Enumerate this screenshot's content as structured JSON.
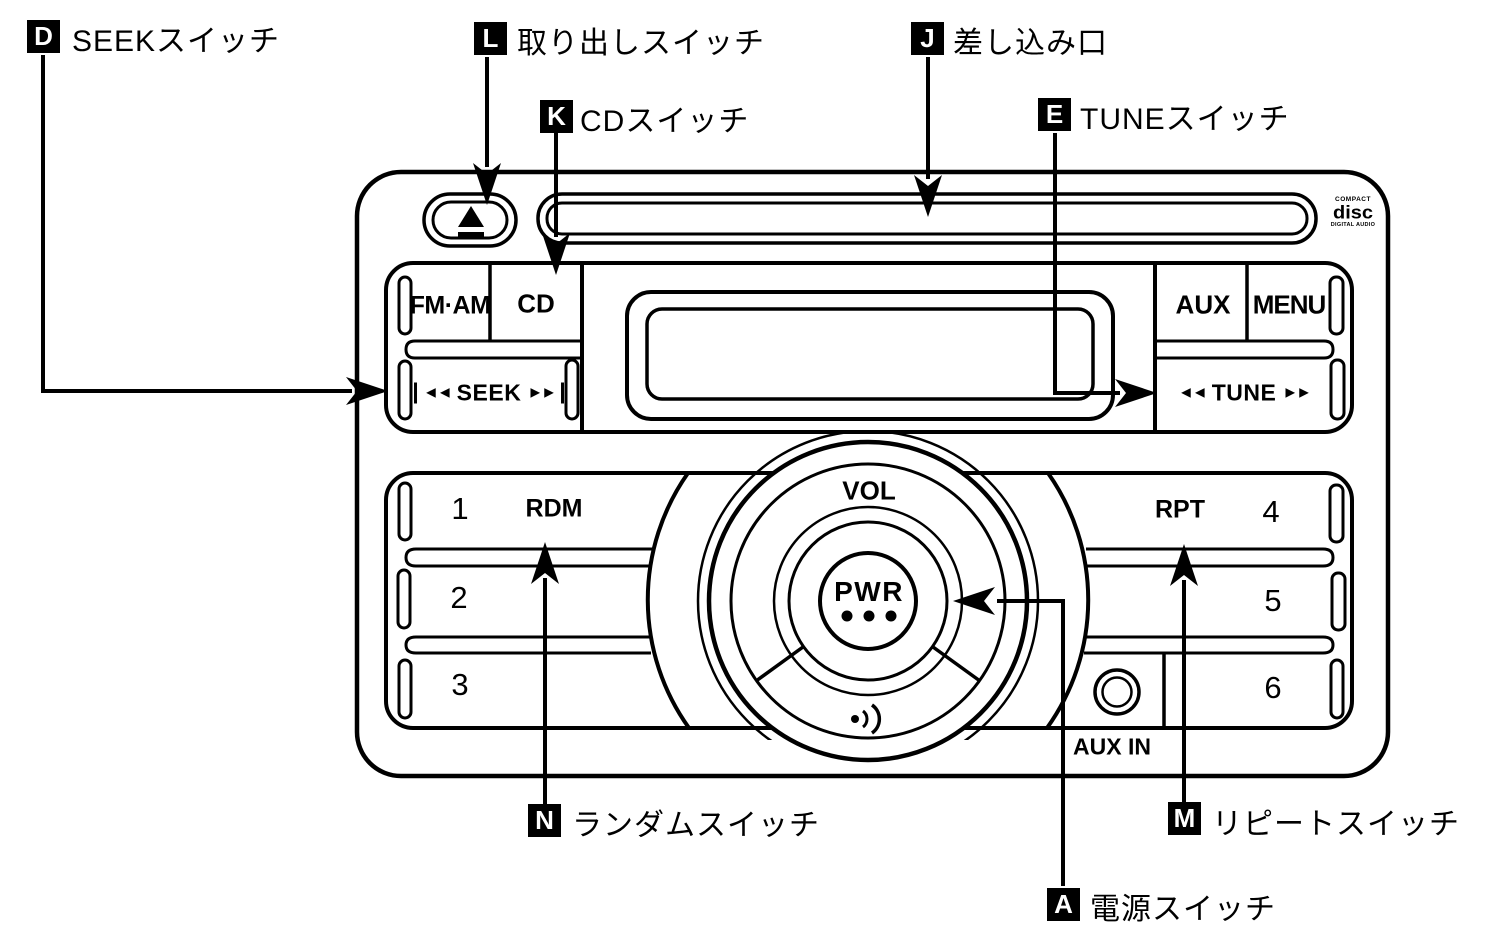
{
  "unit": {
    "disc_logo": {
      "top": "COMPACT",
      "main": "disc",
      "bottom": "DIGITAL AUDIO"
    },
    "buttons": {
      "fm_am": "FM·AM",
      "cd": "CD",
      "aux": "AUX",
      "menu": "MENU"
    },
    "seek": {
      "left": "◄◄",
      "label": "SEEK",
      "right": "►►"
    },
    "tune": {
      "left": "◄◄",
      "label": "TUNE",
      "right": "►►"
    },
    "presets": {
      "p1": "1",
      "p2": "2",
      "p3": "3",
      "p4": "4",
      "p5": "5",
      "p6": "6"
    },
    "rdm": "RDM",
    "rpt": "RPT",
    "dial": {
      "vol": "VOL",
      "pwr": "PWR"
    },
    "aux_in": "AUX IN"
  },
  "callouts": {
    "d": {
      "letter": "D",
      "label": "SEEKスイッチ"
    },
    "l": {
      "letter": "L",
      "label": "取り出しスイッチ"
    },
    "k": {
      "letter": "K",
      "label": "CDスイッチ"
    },
    "j": {
      "letter": "J",
      "label": "差し込み口"
    },
    "e": {
      "letter": "E",
      "label": "TUNEスイッチ"
    },
    "n": {
      "letter": "N",
      "label": "ランダムスイッチ"
    },
    "m": {
      "letter": "M",
      "label": "リピートスイッチ"
    },
    "a": {
      "letter": "A",
      "label": "電源スイッチ"
    }
  },
  "colors": {
    "line": "#000000",
    "background": "#ffffff"
  }
}
